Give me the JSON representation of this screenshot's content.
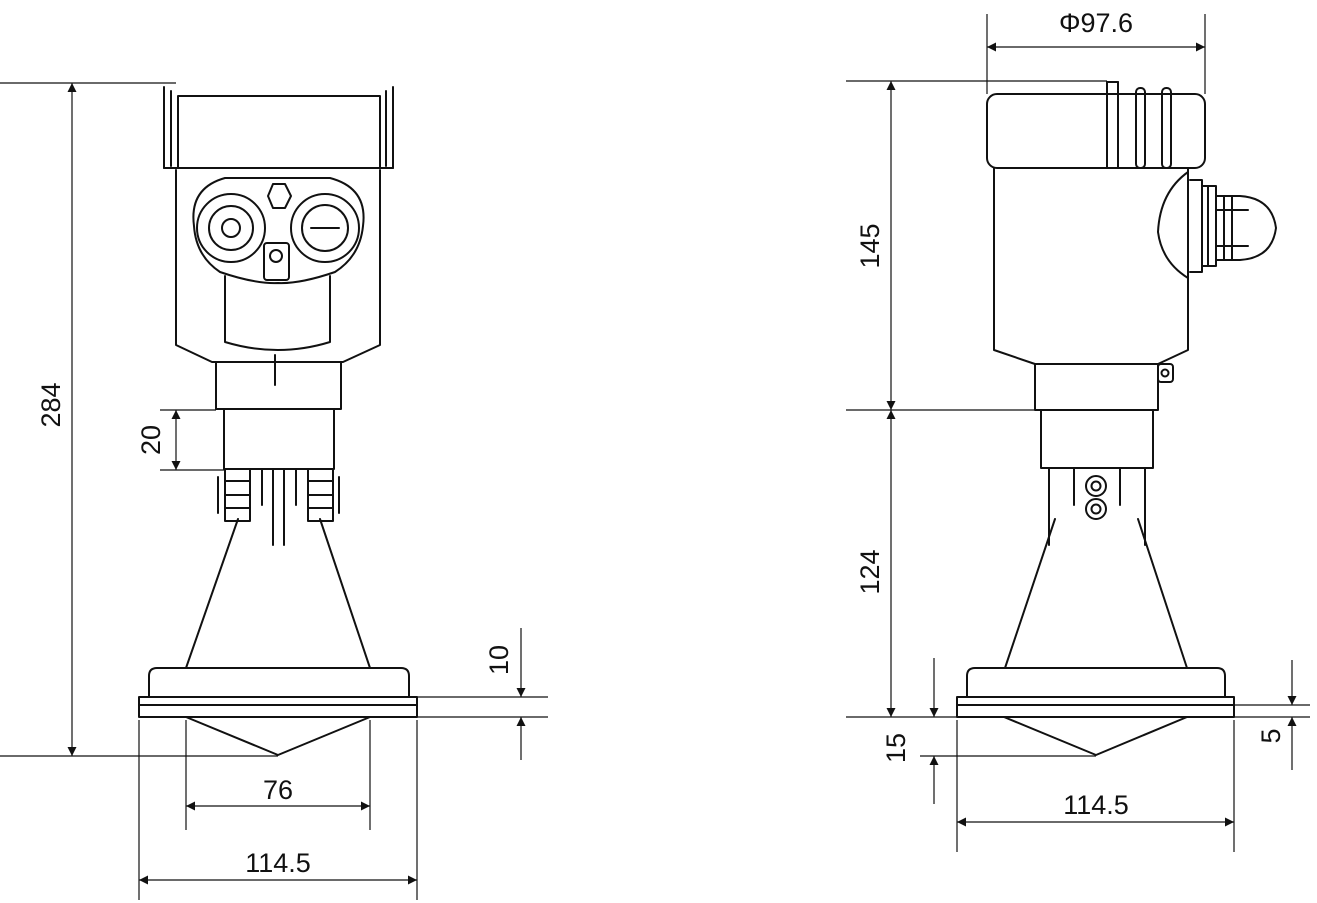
{
  "drawing": {
    "front_view": {
      "dims": {
        "overall_height": "284",
        "neck_height": "20",
        "flange_step": "10",
        "horn_diameter": "76",
        "flange_width": "114.5"
      }
    },
    "side_view": {
      "dims": {
        "housing_diameter": "Φ97.6",
        "housing_height": "145",
        "antenna_height": "124",
        "lens_height": "15",
        "flange_thickness": "5",
        "flange_width": "114.5"
      }
    },
    "colors": {
      "line": "#111111",
      "background": "#ffffff"
    }
  }
}
